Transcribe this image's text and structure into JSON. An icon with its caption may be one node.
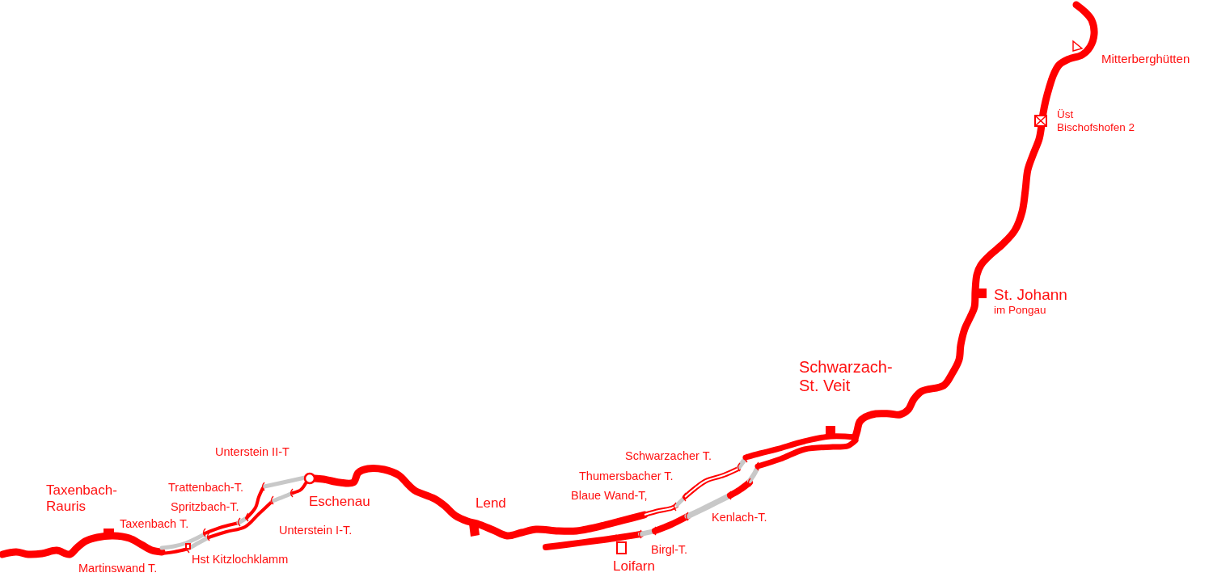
{
  "diagram": {
    "labels": [
      "Mitterberghütten",
      "Üst Bischofshofen 2",
      "St. Johann",
      "im Pongau",
      "Schwarzach- St. Veit",
      "Unterstein II-T",
      "Schwarzacher T.",
      "Thumersbacher T.",
      "Taxenbach- Rauris",
      "Trattenbach-T.",
      "Eschenau",
      "Blaue Wand-T,",
      "Lend",
      "Spritzbach-T.",
      "Kenlach-T.",
      "Taxenbach T.",
      "Unterstein I-T.",
      "Birgl-T.",
      "Hst Kitzlochklamm",
      "Loifarn",
      "Martinswand T."
    ]
  }
}
